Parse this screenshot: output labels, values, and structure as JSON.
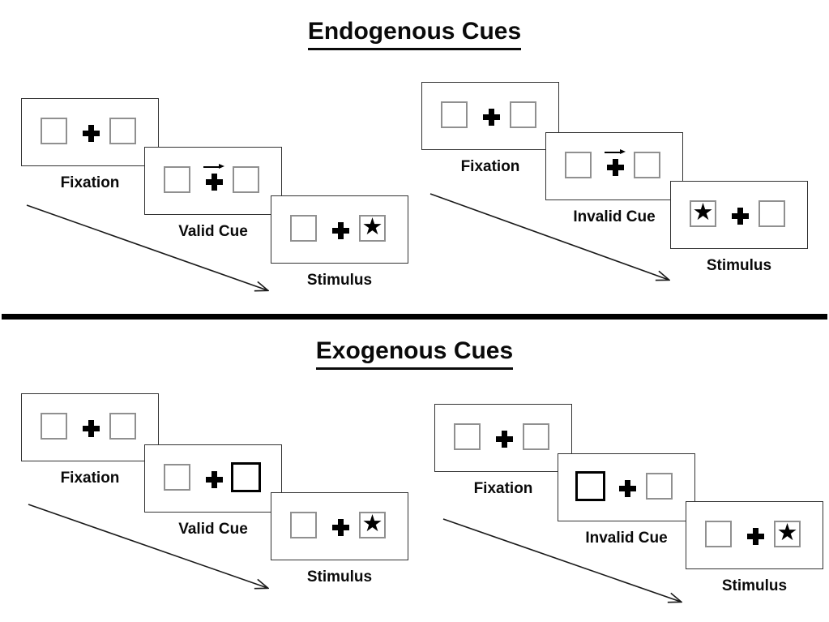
{
  "page": {
    "background": "#ffffff"
  },
  "sections": [
    {
      "title": "Endogenous Cues",
      "groups": [
        {
          "condition": "valid",
          "cue_direction": "right",
          "panels": [
            {
              "label": "Fixation",
              "cue_arrow": false,
              "left_box": {
                "bold": false,
                "star": false
              },
              "right_box": {
                "bold": false,
                "star": false
              }
            },
            {
              "label": "Valid Cue",
              "cue_arrow": true,
              "left_box": {
                "bold": false,
                "star": false
              },
              "right_box": {
                "bold": false,
                "star": false
              }
            },
            {
              "label": "Stimulus",
              "cue_arrow": false,
              "left_box": {
                "bold": false,
                "star": false
              },
              "right_box": {
                "bold": false,
                "star": true
              }
            }
          ]
        },
        {
          "condition": "invalid",
          "cue_direction": "right",
          "panels": [
            {
              "label": "Fixation",
              "cue_arrow": false,
              "left_box": {
                "bold": false,
                "star": false
              },
              "right_box": {
                "bold": false,
                "star": false
              }
            },
            {
              "label": "Invalid Cue",
              "cue_arrow": true,
              "left_box": {
                "bold": false,
                "star": false
              },
              "right_box": {
                "bold": false,
                "star": false
              }
            },
            {
              "label": "Stimulus",
              "cue_arrow": false,
              "left_box": {
                "bold": false,
                "star": true
              },
              "right_box": {
                "bold": false,
                "star": false
              }
            }
          ]
        }
      ]
    },
    {
      "title": "Exogenous Cues",
      "groups": [
        {
          "condition": "valid",
          "cue_side": "right",
          "panels": [
            {
              "label": "Fixation",
              "cue_arrow": false,
              "left_box": {
                "bold": false,
                "star": false
              },
              "right_box": {
                "bold": false,
                "star": false
              }
            },
            {
              "label": "Valid Cue",
              "cue_arrow": false,
              "left_box": {
                "bold": false,
                "star": false
              },
              "right_box": {
                "bold": true,
                "star": false
              }
            },
            {
              "label": "Stimulus",
              "cue_arrow": false,
              "left_box": {
                "bold": false,
                "star": false
              },
              "right_box": {
                "bold": false,
                "star": true
              }
            }
          ]
        },
        {
          "condition": "invalid",
          "cue_side": "left",
          "panels": [
            {
              "label": "Fixation",
              "cue_arrow": false,
              "left_box": {
                "bold": false,
                "star": false
              },
              "right_box": {
                "bold": false,
                "star": false
              }
            },
            {
              "label": "Invalid Cue",
              "cue_arrow": false,
              "left_box": {
                "bold": true,
                "star": false
              },
              "right_box": {
                "bold": false,
                "star": false
              }
            },
            {
              "label": "Stimulus",
              "cue_arrow": false,
              "left_box": {
                "bold": false,
                "star": false
              },
              "right_box": {
                "bold": false,
                "star": true
              }
            }
          ]
        }
      ]
    }
  ],
  "icons": {
    "fixation_cross": "+",
    "cue_arrow": "→",
    "target_star": "★",
    "timeline_arrow": "↘"
  },
  "colors": {
    "background": "#ffffff",
    "ink": "#000000",
    "panel_border": "#333333",
    "placeholder_box_border": "#909090",
    "cue_box_border": "#000000",
    "divider": "#000000"
  }
}
